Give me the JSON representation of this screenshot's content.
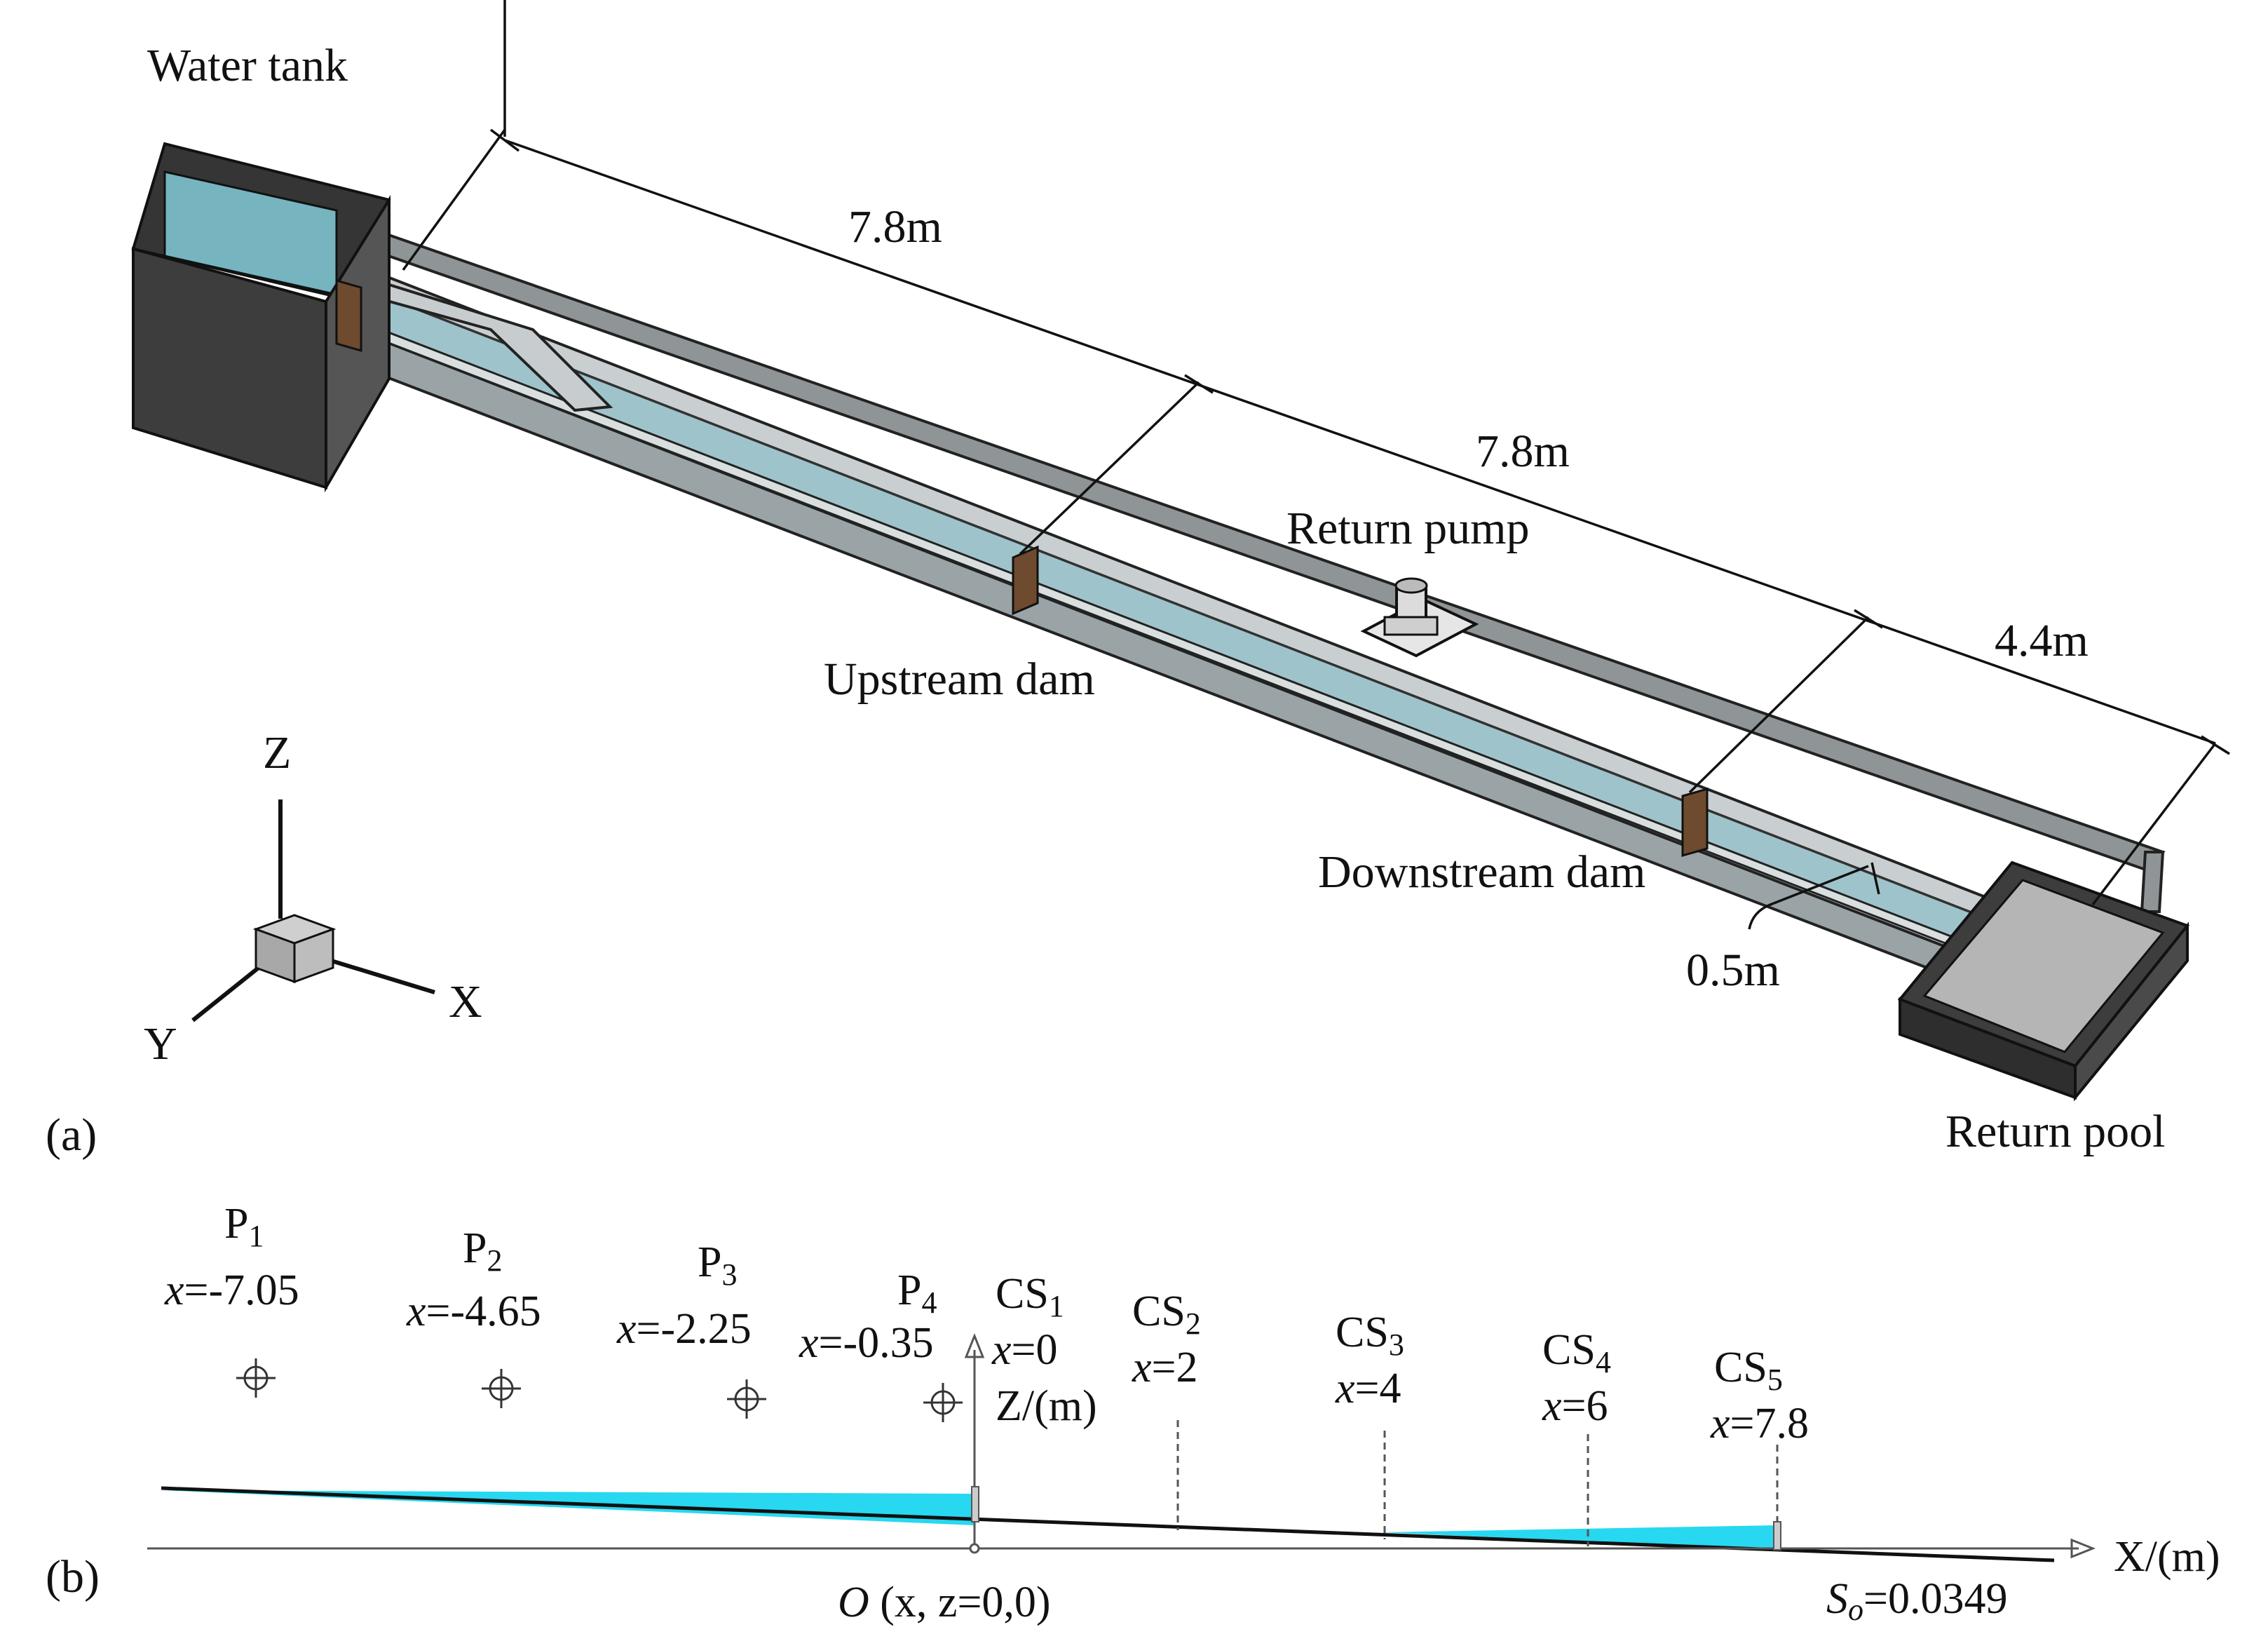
{
  "panel_a": {
    "label": "(a)",
    "water_tank": "Water tank",
    "dim_1": "7.8m",
    "dim_2": "7.8m",
    "dim_3": "4.4m",
    "return_pump": "Return pump",
    "upstream_dam": "Upstream dam",
    "downstream_dam": "Downstream dam",
    "width": "0.5m",
    "return_pool": "Return pool",
    "axis_z": "Z",
    "axis_x": "X",
    "axis_y": "Y"
  },
  "panel_b": {
    "label": "(b)",
    "probes": [
      {
        "name": "P",
        "sub": "1",
        "x_label": "=-7.05"
      },
      {
        "name": "P",
        "sub": "2",
        "x_label": "=-4.65"
      },
      {
        "name": "P",
        "sub": "3",
        "x_label": "=-2.25"
      },
      {
        "name": "P",
        "sub": "4",
        "x_label": "=-0.35"
      }
    ],
    "sections": [
      {
        "name": "CS",
        "sub": "1",
        "x_label": "=0"
      },
      {
        "name": "CS",
        "sub": "2",
        "x_label": "=2"
      },
      {
        "name": "CS",
        "sub": "3",
        "x_label": "=4"
      },
      {
        "name": "CS",
        "sub": "4",
        "x_label": "=6"
      },
      {
        "name": "CS",
        "sub": "5",
        "x_label": "=7.8"
      }
    ],
    "x_var": "x",
    "z_axis": "Z/(m)",
    "x_axis": "X/(m)",
    "origin_o": "O",
    "origin_rest": "(x, z=0,0)",
    "slope_s": "S",
    "slope_sub": "o",
    "slope_value": "=0.0349"
  },
  "colors": {
    "water": "#27d8f0",
    "tank_dark": "#3c3c3c",
    "tank_water": "#7ab8c4",
    "flume_grey": "#a9b3b5",
    "dam": "#6e4a2e"
  }
}
